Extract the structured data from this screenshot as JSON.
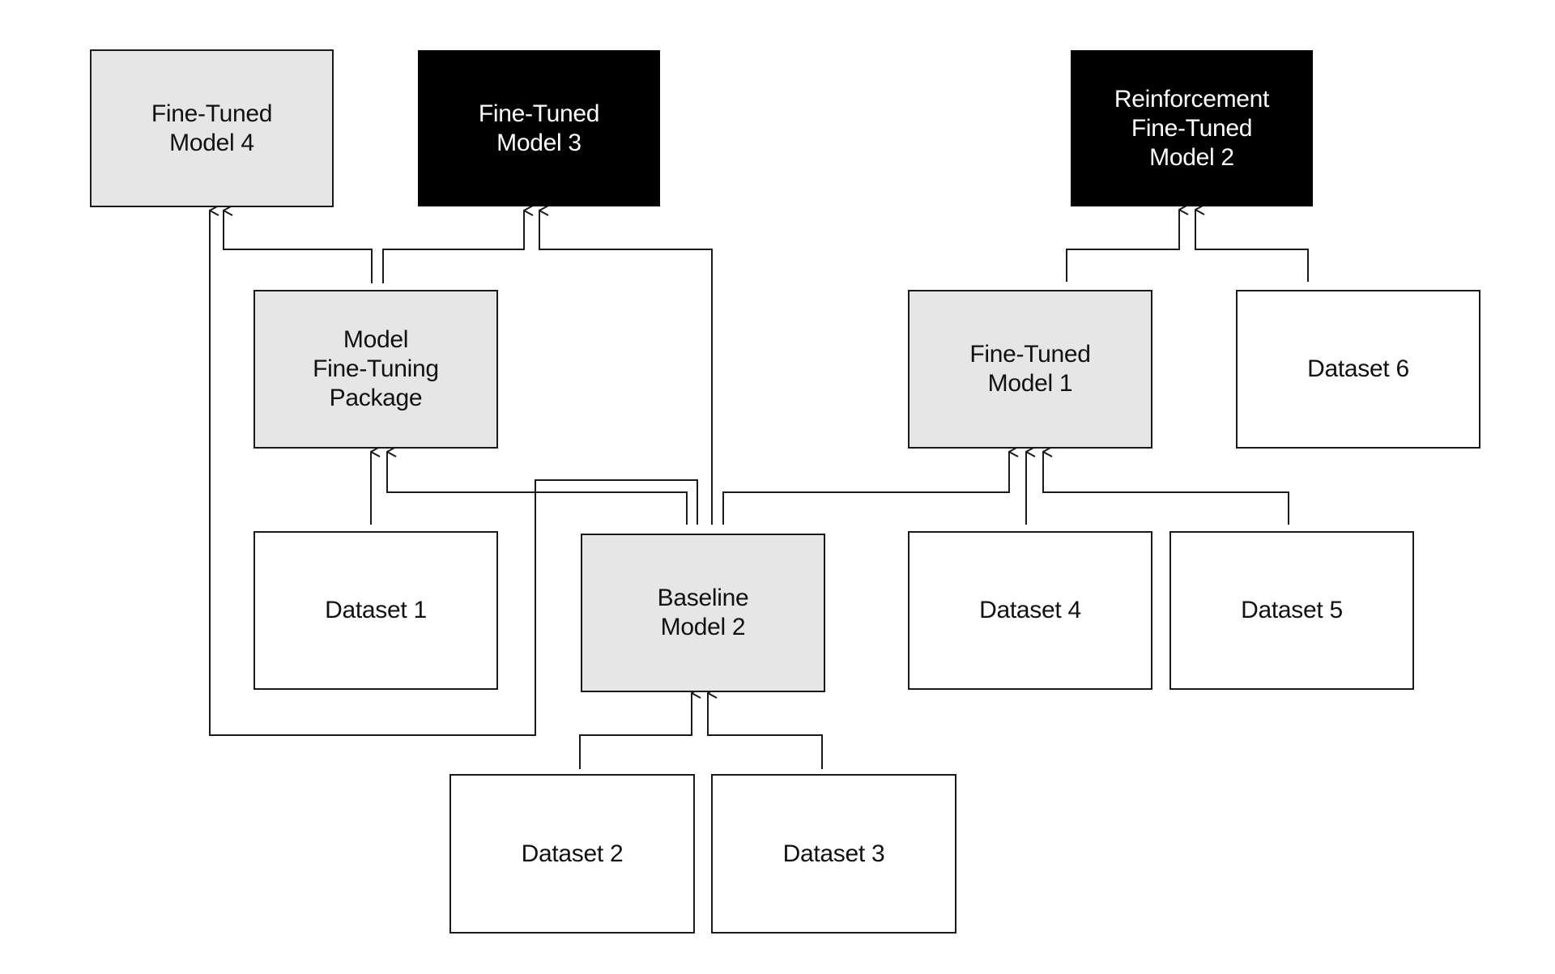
{
  "nodes": {
    "ft4": {
      "lines": [
        "Fine-Tuned",
        "Model 4"
      ],
      "fill": "#e6e6e6"
    },
    "ft3": {
      "lines": [
        "Fine-Tuned",
        "Model 3"
      ],
      "fill": "#000000"
    },
    "rft2": {
      "lines": [
        "Reinforcement",
        "Fine-Tuned",
        "Model 2"
      ],
      "fill": "#000000"
    },
    "mftp": {
      "lines": [
        "Model",
        "Fine-Tuning",
        "Package"
      ],
      "fill": "#e6e6e6"
    },
    "ft1": {
      "lines": [
        "Fine-Tuned",
        "Model 1"
      ],
      "fill": "#e6e6e6"
    },
    "ds6": {
      "lines": [
        "Dataset 6"
      ],
      "fill": "#ffffff"
    },
    "ds1": {
      "lines": [
        "Dataset 1"
      ],
      "fill": "#ffffff"
    },
    "baseline2": {
      "lines": [
        "Baseline",
        "Model 2"
      ],
      "fill": "#e6e6e6"
    },
    "ds4": {
      "lines": [
        "Dataset 4"
      ],
      "fill": "#ffffff"
    },
    "ds5": {
      "lines": [
        "Dataset 5"
      ],
      "fill": "#ffffff"
    },
    "ds2": {
      "lines": [
        "Dataset 2"
      ],
      "fill": "#ffffff"
    },
    "ds3": {
      "lines": [
        "Dataset 3"
      ],
      "fill": "#ffffff"
    }
  },
  "edges": [
    {
      "from": "ds2",
      "to": "baseline2"
    },
    {
      "from": "ds3",
      "to": "baseline2"
    },
    {
      "from": "ds1",
      "to": "mftp"
    },
    {
      "from": "baseline2",
      "to": "mftp"
    },
    {
      "from": "baseline2",
      "to": "ft4"
    },
    {
      "from": "mftp",
      "to": "ft4"
    },
    {
      "from": "mftp",
      "to": "ft3"
    },
    {
      "from": "baseline2",
      "to": "ft3"
    },
    {
      "from": "baseline2",
      "to": "ft1"
    },
    {
      "from": "ds4",
      "to": "ft1"
    },
    {
      "from": "ds5",
      "to": "ft1"
    },
    {
      "from": "ft1",
      "to": "rft2"
    },
    {
      "from": "ds6",
      "to": "rft2"
    }
  ]
}
